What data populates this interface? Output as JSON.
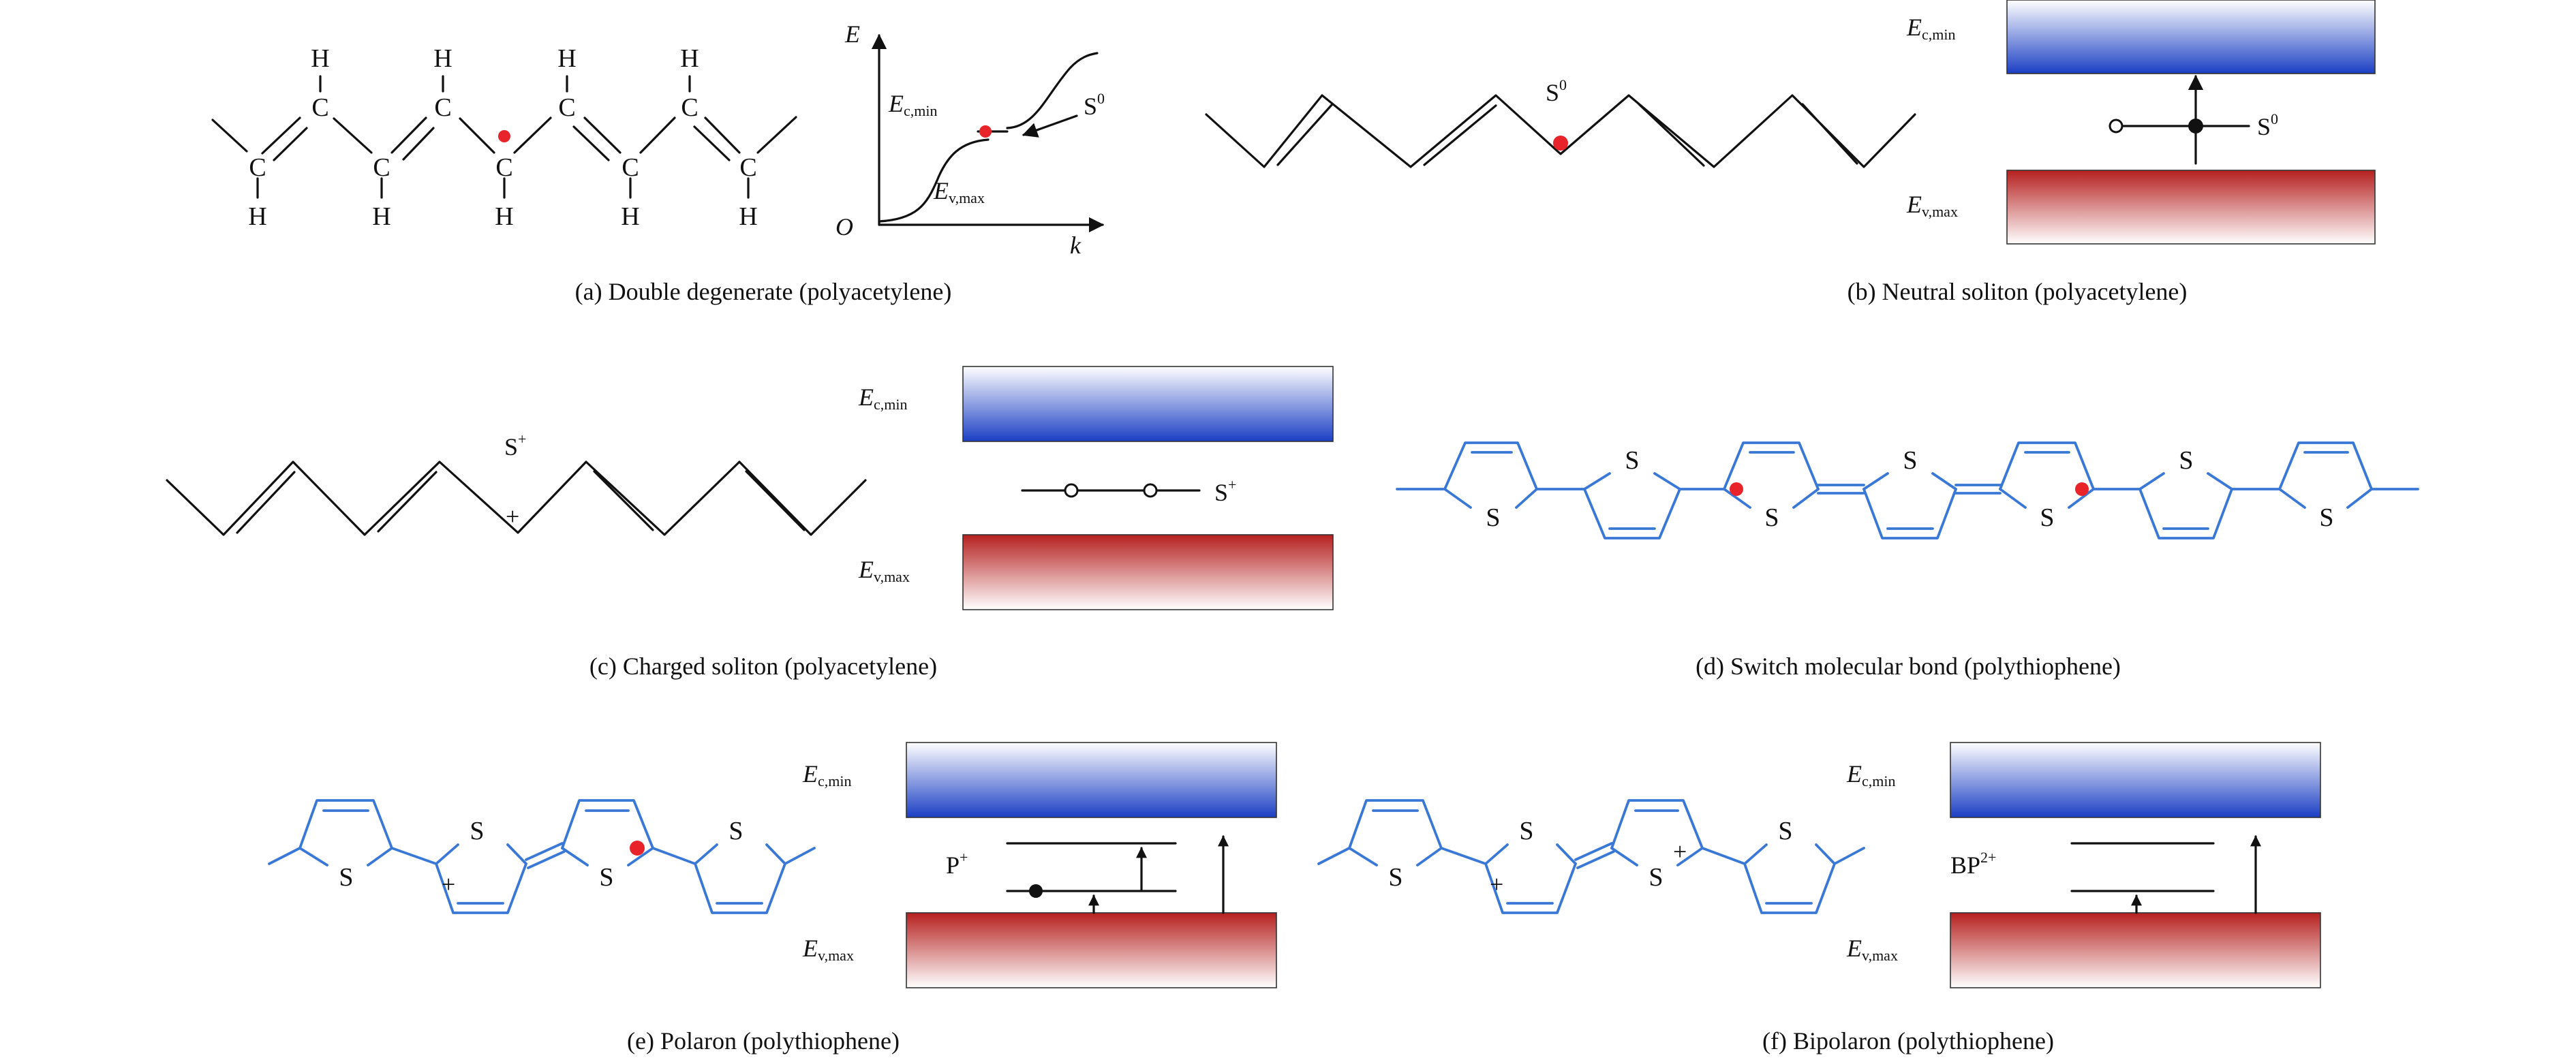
{
  "figure": {
    "captions": {
      "a": "(a) Double degenerate (polyacetylene)",
      "b": "(b) Neutral soliton (polyacetylene)",
      "c": "(c) Charged soliton (polyacetylene)",
      "d": "(d) Switch molecular bond (polythiophene)",
      "e": "(e) Polaron (polythiophene)",
      "f": "(f) Bipolaron (polythiophene)"
    },
    "band_labels": {
      "E": "E",
      "ec_sub": "c,min",
      "ev_sub": "v,max"
    },
    "axis_labels": {
      "energy": "E",
      "wavevector": "k",
      "origin": "O"
    },
    "atoms": {
      "carbon": "C",
      "hydrogen": "H",
      "sulfur": "S"
    },
    "defects": {
      "neutral_soliton": {
        "base": "S",
        "sup": "0"
      },
      "charged_soliton": {
        "base": "S",
        "sup": "+"
      },
      "polaron": {
        "base": "P",
        "sup": "+"
      },
      "bipolaron": {
        "base": "BP",
        "sup": "2+"
      }
    },
    "charge_marks": {
      "plus": "+"
    },
    "colors": {
      "bond_black": "#111111",
      "thiophene_blue": "#3a78d8",
      "radical_red": "#e8232a",
      "conduction_band": "#1b3fc4",
      "valence_band": "#b5201f"
    }
  }
}
